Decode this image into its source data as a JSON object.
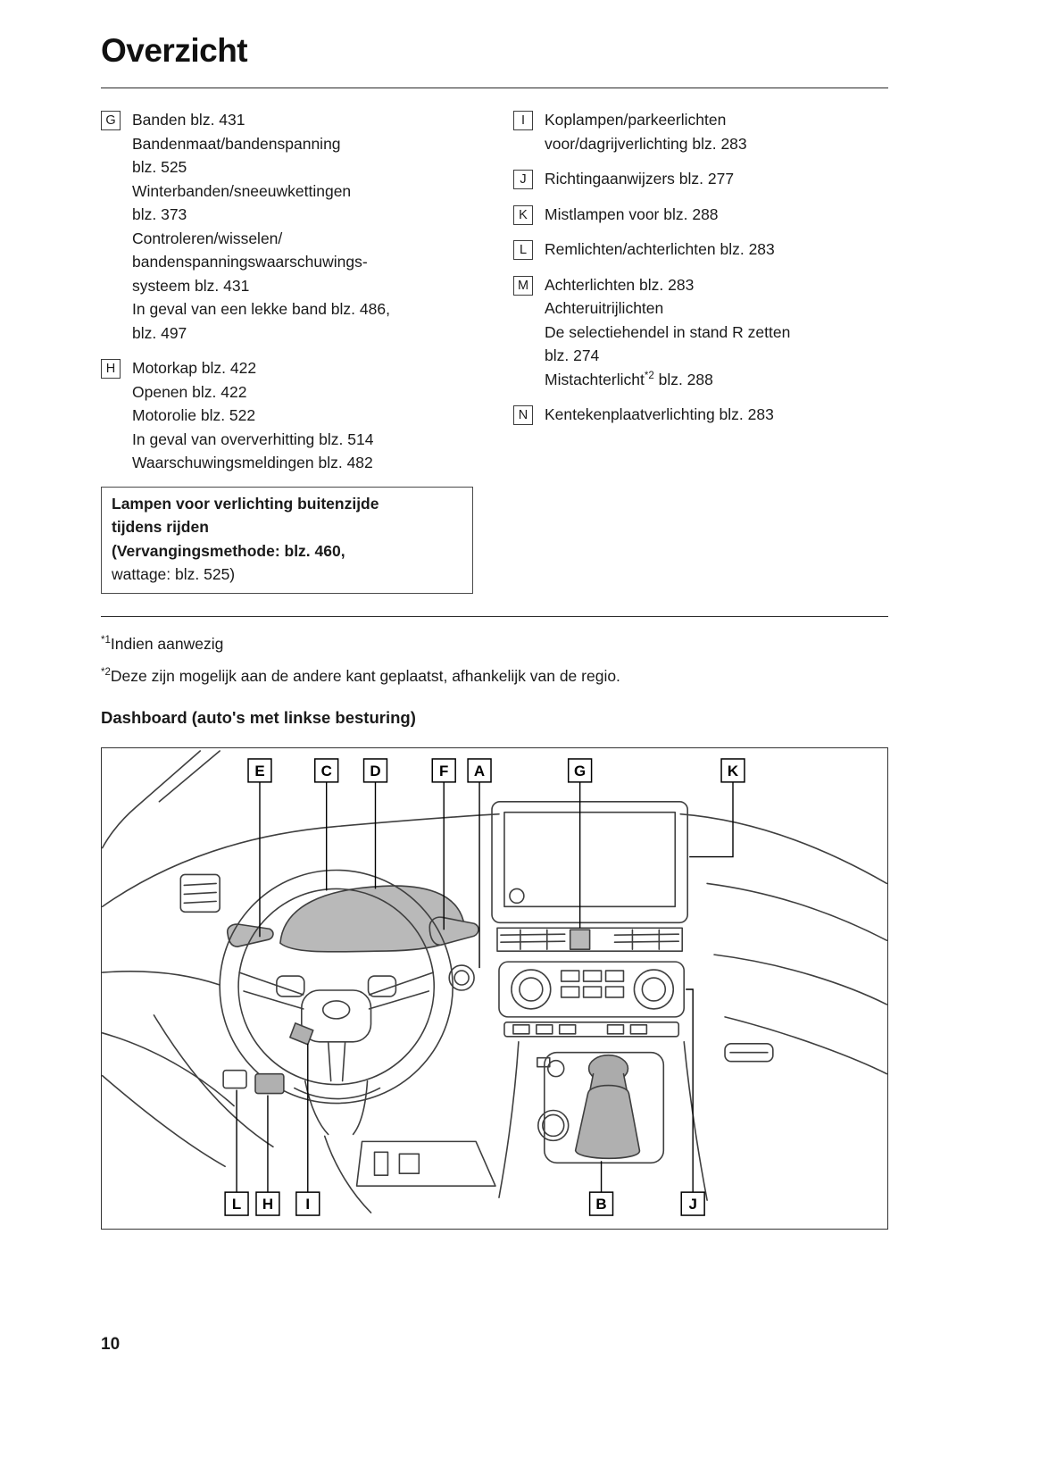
{
  "page": {
    "title": "Overzicht",
    "number": "10"
  },
  "left_column": {
    "g": {
      "key": "G",
      "lines": [
        "Banden blz. 431",
        "Bandenmaat/bandenspanning",
        "blz. 525",
        "Winterbanden/sneeuwkettingen",
        "blz. 373",
        "Controleren/wisselen/",
        "bandenspanningswaarschuwings-",
        "systeem blz. 431",
        "In geval van een lekke band blz. 486,",
        "blz. 497"
      ]
    },
    "h": {
      "key": "H",
      "lines": [
        "Motorkap blz. 422",
        "Openen blz. 422",
        "Motorolie blz. 522",
        "In geval van oververhitting blz. 514",
        "Waarschuwingsmeldingen blz. 482"
      ]
    },
    "note": {
      "bold_line_1": "Lampen voor verlichting buitenzijde",
      "bold_line_2": "tijdens rijden",
      "bold_line_3": "(Vervangingsmethode: blz. 460,",
      "normal_line": "wattage: blz. 525)"
    }
  },
  "right_column": {
    "i": {
      "key": "I",
      "lines": [
        "Koplampen/parkeerlichten",
        "voor/dagrijverlichting blz. 283"
      ]
    },
    "j": {
      "key": "J",
      "lines": [
        "Richtingaanwijzers blz. 277"
      ]
    },
    "k": {
      "key": "K",
      "lines": [
        "Mistlampen voor blz. 288"
      ]
    },
    "l": {
      "key": "L",
      "lines": [
        "Remlichten/achterlichten blz. 283"
      ]
    },
    "m": {
      "key": "M",
      "lines": [
        "Achterlichten blz. 283",
        "Achteruitrijlichten",
        "De selectiehendel in stand R zetten",
        "blz. 274"
      ],
      "last": {
        "pre": "Mistachterlicht",
        "sup": "*2",
        "post": " blz. 288"
      }
    },
    "n": {
      "key": "N",
      "lines": [
        "Kentekenplaatverlichting blz. 283"
      ]
    }
  },
  "footnotes": [
    {
      "sup": "*1",
      "text": "Indien aanwezig"
    },
    {
      "sup": "*2",
      "text": "Deze zijn mogelijk aan de andere kant geplaatst, afhankelijk van de regio."
    }
  ],
  "dashboard": {
    "heading": "Dashboard (auto's met linkse besturing)",
    "callouts_top": [
      "E",
      "C",
      "D",
      "F",
      "A",
      "G",
      "K"
    ],
    "callouts_bottom": [
      "L",
      "H",
      "I",
      "B",
      "J"
    ]
  }
}
